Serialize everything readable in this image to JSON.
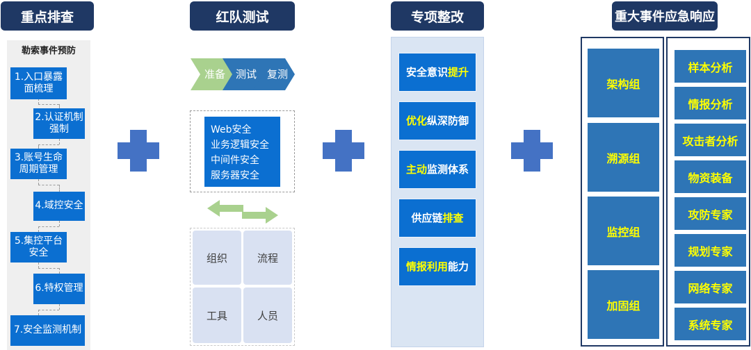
{
  "section1": {
    "header": "重点排查",
    "subtitle": "勒索事件预防",
    "steps": [
      {
        "l1": "1.入口暴露",
        "l2": "面梳理"
      },
      {
        "l1": "2.认证机制",
        "l2": "强制"
      },
      {
        "l1": "3.账号生命",
        "l2": "周期管理"
      },
      {
        "l1": "4.域控安全",
        "l2": ""
      },
      {
        "l1": "5.集控平台",
        "l2": "安全"
      },
      {
        "l1": "6.特权管理",
        "l2": ""
      },
      {
        "l1": "7.安全监测机制",
        "l2": ""
      }
    ]
  },
  "section2": {
    "header": "红队测试",
    "chevrons": [
      "准备",
      "测试",
      "复测"
    ],
    "tests": [
      "Web安全",
      "业务逻辑安全",
      "中间件安全",
      "服务器安全"
    ],
    "grid": [
      "组织",
      "流程",
      "工具",
      "人员"
    ]
  },
  "section3": {
    "header": "专项整改",
    "items": [
      {
        "white": "安全意识",
        "yellow": "提升",
        "order": "wy"
      },
      {
        "yellow": "优化",
        "white": "纵深防御",
        "order": "yw"
      },
      {
        "yellow": "主动",
        "white": "监测体系",
        "order": "yw"
      },
      {
        "white": "供应链",
        "yellow": "排查",
        "order": "wy"
      },
      {
        "yellow": "情报利用",
        "white": "能力",
        "order": "yw"
      }
    ]
  },
  "section4": {
    "header": "重大事件应急响应",
    "groups": [
      "架构组",
      "溯源组",
      "监控组",
      "加固组"
    ],
    "experts": [
      "样本分析",
      "情报分析",
      "攻击者分析",
      "物资装备",
      "攻防专家",
      "规划专家",
      "网络专家",
      "系统专家"
    ]
  },
  "colors": {
    "header_bg": "#1f3864",
    "box_blue": "#0b6fd1",
    "group_blue": "#2e75b6",
    "plus_blue": "#4472c4",
    "highlight_yellow": "#ffff00",
    "arrow_green": "#a9d18e",
    "grid_cell": "#d9e1f2"
  }
}
